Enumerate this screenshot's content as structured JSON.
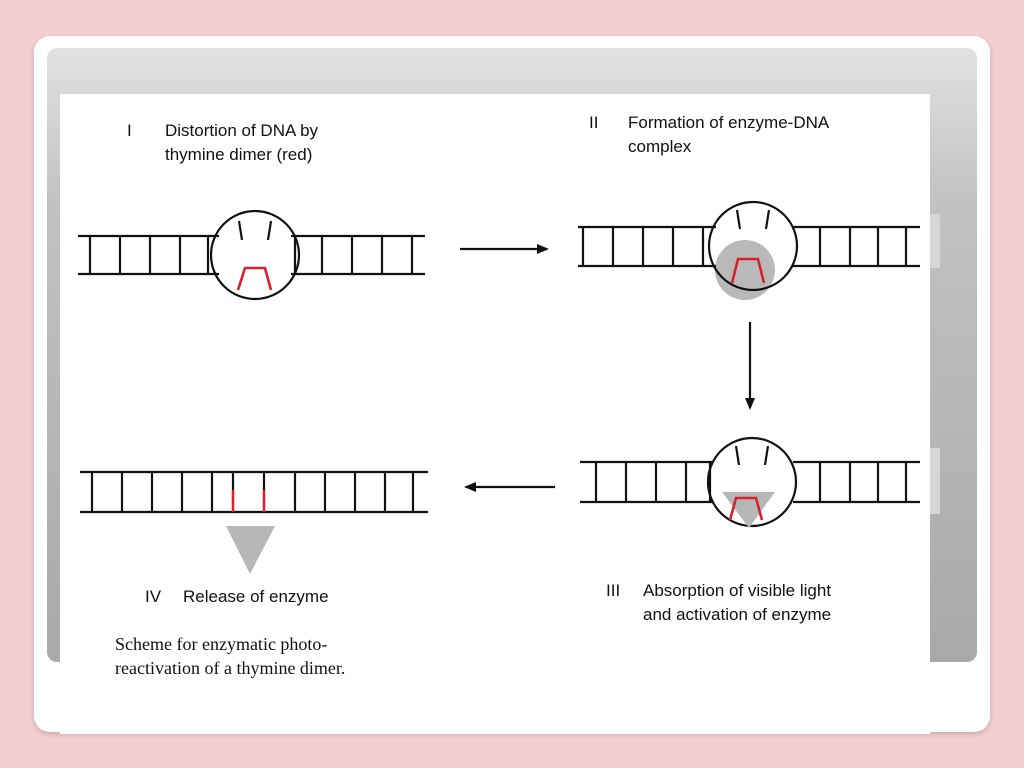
{
  "steps": {
    "step1": {
      "numeral": "I",
      "text": "Distortion of DNA by\nthymine dimer (red)"
    },
    "step2": {
      "numeral": "II",
      "text": "Formation of enzyme-DNA\ncomplex"
    },
    "step3": {
      "numeral": "III",
      "text": "Absorption of visible light\nand activation of enzyme"
    },
    "step4": {
      "numeral": "IV",
      "text": "Release of enzyme"
    }
  },
  "caption": "Scheme for enzymatic photo-\nreactivation of a thymine dimer.",
  "colors": {
    "dimer": "#d8232f",
    "enzyme": "#b7b7b7",
    "strand": "#111111"
  }
}
